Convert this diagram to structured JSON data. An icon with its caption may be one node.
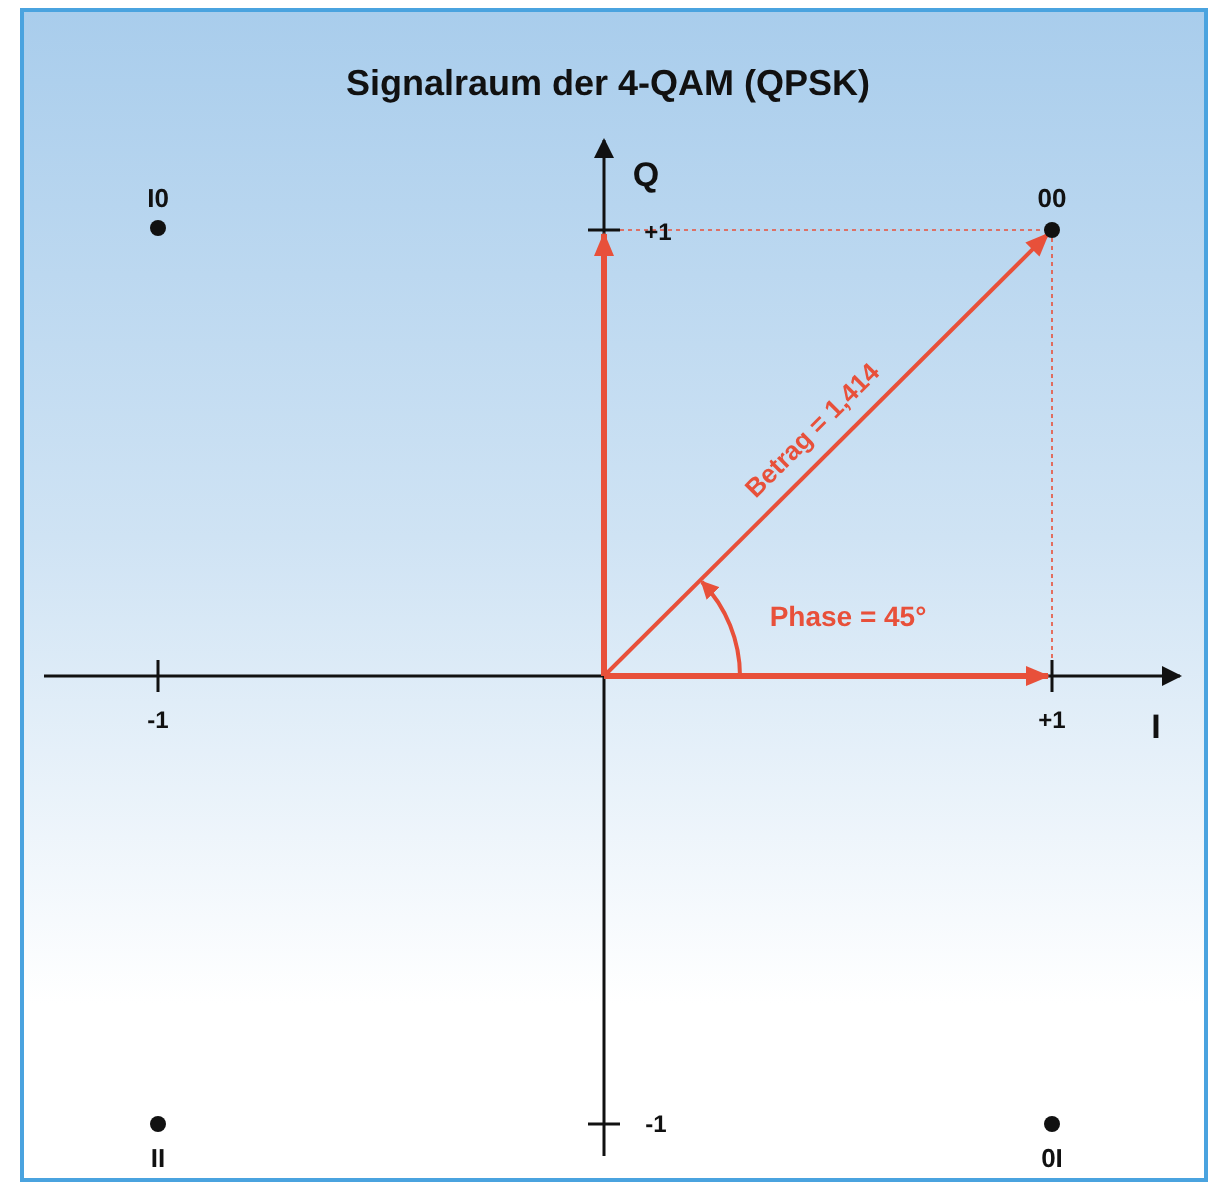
{
  "diagram": {
    "title": "Signalraum der 4-QAM (QPSK)",
    "labels": [
      "I0",
      "00",
      "Q",
      "+1",
      "Betrag = 1,414",
      "Phase = 45°",
      "-1",
      "+1",
      "I",
      "-1",
      "II",
      "0I"
    ]
  }
}
